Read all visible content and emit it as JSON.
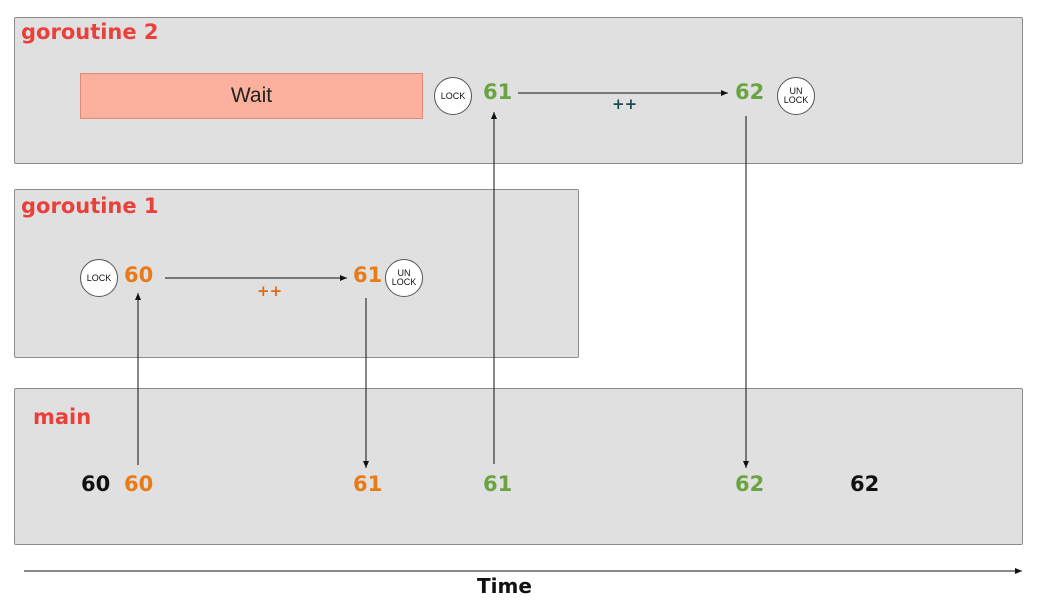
{
  "lanes": {
    "goroutine2": {
      "title": "goroutine 2"
    },
    "goroutine1": {
      "title": "goroutine 1"
    },
    "main": {
      "title": "main"
    }
  },
  "goroutine2": {
    "wait_label": "Wait",
    "lock_label": "LOCK",
    "unlock_line1": "UN",
    "unlock_line2": "LOCK",
    "value_before": "61",
    "increment": "++",
    "value_after": "62"
  },
  "goroutine1": {
    "lock_label": "LOCK",
    "unlock_line1": "UN",
    "unlock_line2": "LOCK",
    "value_before": "60",
    "increment": "++",
    "value_after": "61"
  },
  "main": {
    "values": [
      "60",
      "60",
      "61",
      "61",
      "62",
      "62"
    ]
  },
  "axis": {
    "label": "Time"
  },
  "colors": {
    "goroutine1": "#e87a18",
    "goroutine2": "#6aa341",
    "main": "#111111",
    "title": "#e8413b"
  }
}
